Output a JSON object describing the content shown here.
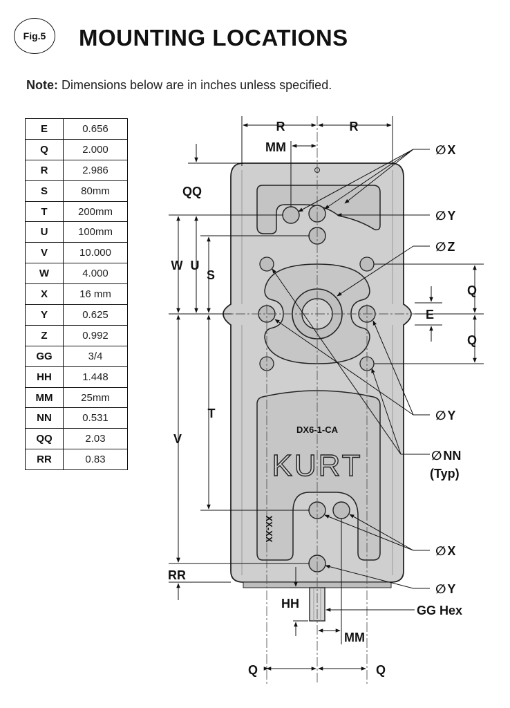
{
  "header": {
    "fig_label": "Fig.5",
    "title": "MOUNTING LOCATIONS"
  },
  "note": {
    "label": "Note:",
    "text": " Dimensions below are in inches unless specified."
  },
  "dimensions_table": [
    {
      "key": "E",
      "value": "0.656"
    },
    {
      "key": "Q",
      "value": "2.000"
    },
    {
      "key": "R",
      "value": "2.986"
    },
    {
      "key": "S",
      "value": "80mm"
    },
    {
      "key": "T",
      "value": "200mm"
    },
    {
      "key": "U",
      "value": "100mm"
    },
    {
      "key": "V",
      "value": "10.000"
    },
    {
      "key": "W",
      "value": "4.000"
    },
    {
      "key": "X",
      "value": "16 mm"
    },
    {
      "key": "Y",
      "value": "0.625"
    },
    {
      "key": "Z",
      "value": "0.992"
    },
    {
      "key": "GG",
      "value": "3/4"
    },
    {
      "key": "HH",
      "value": "1.448"
    },
    {
      "key": "MM",
      "value": "25mm"
    },
    {
      "key": "NN",
      "value": "0.531"
    },
    {
      "key": "QQ",
      "value": "2.03"
    },
    {
      "key": "RR",
      "value": "0.83"
    }
  ],
  "drawing": {
    "part_number": "DX6-1-CA",
    "brand": "KURT",
    "side_marking": "XX-XX",
    "diameter_symbol": "∅",
    "labels": {
      "r_left": "R",
      "r_right": "R",
      "mm_top": "MM",
      "x_top": "X",
      "y_top": "Y",
      "z": "Z",
      "qq": "QQ",
      "w": "W",
      "u": "U",
      "s": "S",
      "t": "T",
      "v": "V",
      "rr": "RR",
      "q_upper": "Q",
      "e": "E",
      "q_lower": "Q",
      "y_mid": "Y",
      "nn": "NN",
      "typ": "(Typ)",
      "x_bottom": "X",
      "y_bottom": "Y",
      "hh": "HH",
      "gg_hex": "GG Hex",
      "mm_bottom": "MM",
      "q_bottom_left": "Q",
      "q_bottom_right": "Q"
    }
  }
}
